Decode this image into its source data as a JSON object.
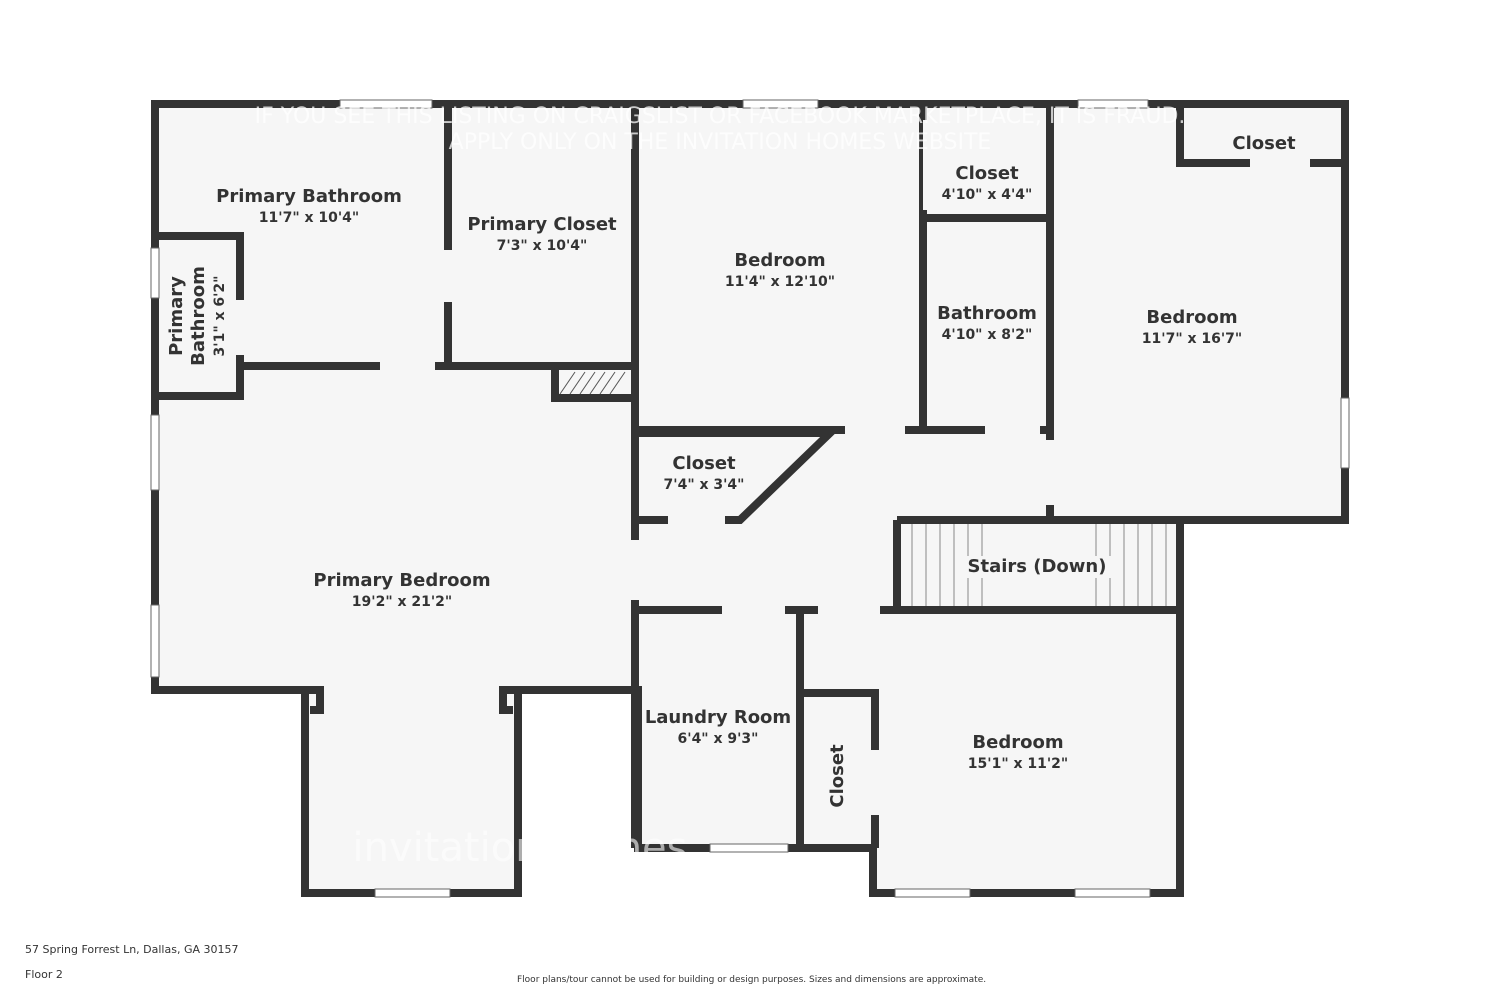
{
  "watermark": {
    "line1": "IF YOU SEE THIS LISTING ON CRAIGSLIST OR FACEBOOK MARKETPLACE, IT IS FRAUD.",
    "line2": "APPLY ONLY ON THE INVITATION HOMES WEBSITE",
    "logo": "invitation homes"
  },
  "rooms": [
    {
      "name": "Primary Bathroom",
      "dims": "11'7\" x 10'4\""
    },
    {
      "name": "Primary Closet",
      "dims": "7'3\" x 10'4\""
    },
    {
      "name": "Bedroom",
      "dims": "11'4\" x 12'10\""
    },
    {
      "name": "Closet",
      "dims": "4'10\" x 4'4\""
    },
    {
      "name": "Closet",
      "dims": ""
    },
    {
      "name": "Bathroom",
      "dims": "4'10\" x 8'2\""
    },
    {
      "name": "Bedroom",
      "dims": "11'7\" x 16'7\""
    },
    {
      "name": "Primary Bathroom",
      "dims": "3'1\" x 6'2\""
    },
    {
      "name": "Closet",
      "dims": "7'4\" x 3'4\""
    },
    {
      "name": "Primary Bedroom",
      "dims": "19'2\" x 21'2\""
    },
    {
      "name": "Stairs (Down)",
      "dims": ""
    },
    {
      "name": "Laundry Room",
      "dims": "6'4\" x 9'3\""
    },
    {
      "name": "Closet",
      "dims": ""
    },
    {
      "name": "Bedroom",
      "dims": "15'1\" x 11'2\""
    }
  ],
  "footer": {
    "address": "57 Spring Forrest Ln, Dallas, GA 30157",
    "floor": "Floor 2",
    "disclaimer": "Floor plans/tour cannot be used for building or design purposes. Sizes and dimensions are approximate."
  },
  "colors": {
    "wall": "#333333",
    "floor": "#f6f6f6"
  }
}
